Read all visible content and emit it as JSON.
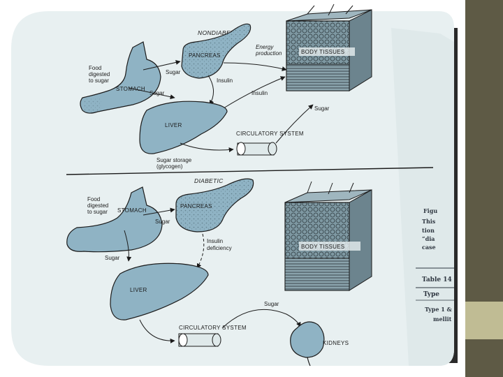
{
  "nondiabetic": {
    "title": "NONDIABETIC",
    "food_l1": "Food",
    "food_l2": "digested",
    "food_l3": "to sugar",
    "stomach": "STOMACH",
    "pancreas": "PANCREAS",
    "sugar_to_pancreas": "Sugar",
    "sugar_to_liver": "Sugar",
    "insulin_1": "Insulin",
    "insulin_2": "Insulin",
    "energy_l1": "Energy",
    "energy_l2": "production",
    "body_tissues": "BODY TISSUES",
    "liver": "LIVER",
    "circulatory": "CIRCULATORY SYSTEM",
    "sugar_to_tissues": "Sugar",
    "storage_l1": "Sugar storage",
    "storage_l2": "(glycogen)"
  },
  "diabetic": {
    "title": "DIABETIC",
    "food_l1": "Food",
    "food_l2": "digested",
    "food_l3": "to sugar",
    "stomach": "STOMACH",
    "pancreas": "PANCREAS",
    "sugar_to_pancreas": "Sugar",
    "insulin_l1": "Insulin",
    "insulin_l2": "deficiency",
    "sugar_to_liver": "Sugar",
    "liver": "LIVER",
    "body_tissues": "BODY TISSUES",
    "circulatory": "CIRCULATORY SYSTEM",
    "sugar_to_kidneys": "Sugar",
    "kidneys": "KIDNEYS"
  },
  "side_page": {
    "fig": "Figu",
    "line1": "This",
    "line2": "tion",
    "line3": "“dia",
    "line4": "case",
    "table": "Table 14",
    "type": "Type",
    "row1": "Type 1 &",
    "row2": "mellit"
  },
  "colors": {
    "organ": "#8fb3c4",
    "page": "#e8f0f1",
    "ink": "#1b1b1b",
    "sidebar": "#5e5a45",
    "accent": "#c0bc94"
  }
}
